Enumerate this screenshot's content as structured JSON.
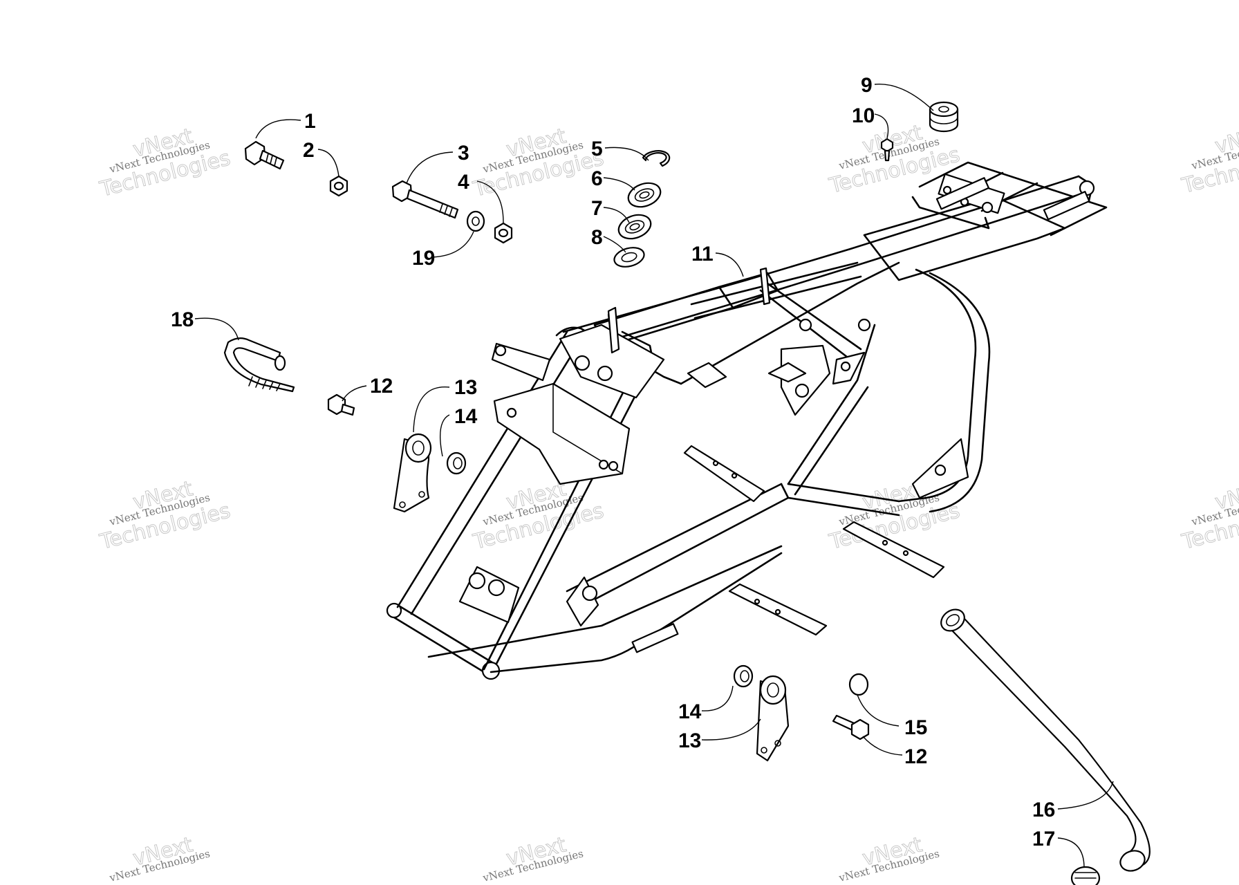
{
  "watermark": {
    "line1": "vNext",
    "line2": "vNext Technologies",
    "line3": "Technologies"
  },
  "callouts": {
    "c1": "1",
    "c2": "2",
    "c3": "3",
    "c4": "4",
    "c5": "5",
    "c6": "6",
    "c7": "7",
    "c8": "8",
    "c9": "9",
    "c10": "10",
    "c11": "11",
    "c12a": "12",
    "c12b": "12",
    "c13a": "13",
    "c13b": "13",
    "c14a": "14",
    "c14b": "14",
    "c15": "15",
    "c16": "16",
    "c17": "17",
    "c18": "18",
    "c19": "19"
  }
}
